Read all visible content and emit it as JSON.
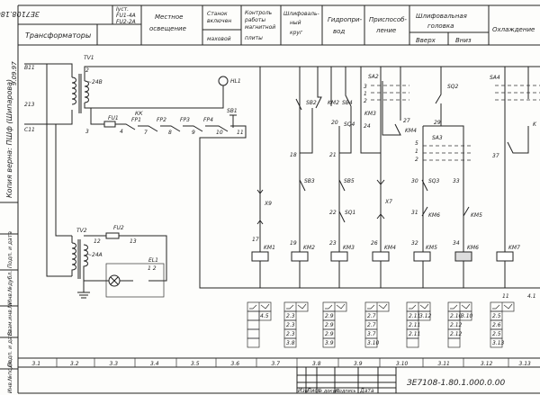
{
  "header": {
    "doc_code_mirrored": "ЗЕ7108.180.1.000.0.00",
    "transformers": "Трансформаторы",
    "fuse_rating": [
      "Iуст.",
      "FU1-4A",
      "FU2-2A"
    ],
    "local_lighting": [
      "Местное",
      "освещение"
    ],
    "machine_on": [
      "Станок",
      "включен"
    ],
    "flywheel": "маховой",
    "magnetic_plate": [
      "Контроль",
      "работы",
      "магнитной",
      "плиты"
    ],
    "grinding_wheel": [
      "Шлифоваль-",
      "ный",
      "круг"
    ],
    "hydraulic": [
      "Гидропри-",
      "вод"
    ],
    "fixture": [
      "Приспособ-",
      "ление"
    ],
    "grinding_head": [
      "Шлифовальная",
      "головка"
    ],
    "up": "Вверх",
    "down": "Вниз",
    "cooling": "Охлаждение"
  },
  "side_stamp": {
    "copy_verified": "Копия верна: ПШф (Шипарова)",
    "date": "9.09.97",
    "fields": [
      "Инв.№подл.",
      "Подп. и дата",
      "Взам.инв.№",
      "Инв.№дубл.",
      "Подп. и дата"
    ]
  },
  "circuit": {
    "TV1": "TV1",
    "TV1_voltage": "~24В",
    "TV2": "TV2",
    "TV2_voltage": "~24А",
    "B11": "В11",
    "213": "213",
    "C11": "С11",
    "HL1": "HL1",
    "FU1": "FU1",
    "FU2": "FU2",
    "EL1": "EL1",
    "KK": "КК",
    "FP": [
      "FP1",
      "FP2",
      "FP3",
      "FP4"
    ],
    "SB1": "SB1",
    "wires": [
      "2",
      "3",
      "4",
      "7",
      "8",
      "9",
      "10",
      "11",
      "12",
      "13",
      "18",
      "20",
      "21",
      "24",
      "27",
      "29",
      "37",
      "17",
      "19",
      "22",
      "23",
      "26",
      "30",
      "31",
      "32",
      "33",
      "34",
      "11",
      "4.1",
      "5",
      "1",
      "2",
      "3",
      "1",
      "2"
    ],
    "EL1_pins": "1 2",
    "switches": [
      "SB2",
      "KM2",
      "SB4",
      "SQ4",
      "KM3",
      "SA2",
      "KM4",
      "SQ2",
      "SA3",
      "SA4",
      "K",
      "SB3",
      "SB5",
      "SQ1",
      "X9",
      "X7",
      "SQ3",
      "KM6",
      "KM5"
    ],
    "coils": [
      "KM1",
      "KM2",
      "KM3",
      "KM4",
      "KM5",
      "KM6",
      "KM7"
    ]
  },
  "contact_tables": [
    {
      "nc": [
        "4.5"
      ],
      "no": []
    },
    {
      "nc": [],
      "no": [
        "2.3",
        "2.3",
        "2.3",
        "3.8"
      ]
    },
    {
      "nc": [],
      "no": [
        "2.9",
        "2.9",
        "2.9",
        "3.9"
      ]
    },
    {
      "nc": [],
      "no": [
        "2.7",
        "2.7",
        "3.7",
        "3.10"
      ]
    },
    {
      "nc": [
        "3.12"
      ],
      "no": [
        "2.11",
        "2.11",
        "2.11"
      ]
    },
    {
      "nc": [
        "3.10"
      ],
      "no": [
        "2.10",
        "2.12",
        "2.12"
      ]
    },
    {
      "nc": [],
      "no": [
        "2.5",
        "2.6",
        "2.5",
        "3.13"
      ]
    }
  ],
  "zones": [
    "3.1",
    "3.2",
    "3.3",
    "3.4",
    "3.5",
    "3.6",
    "3.7",
    "3.8",
    "3.9",
    "3.10",
    "3.11",
    "3.12",
    "3.13"
  ],
  "title_block": {
    "columns": [
      "Изм",
      "Лист",
      "№ докум.",
      "Подпись",
      "Дата"
    ],
    "designation": "ЗЕ7108-1.80.1.000.0.00"
  }
}
